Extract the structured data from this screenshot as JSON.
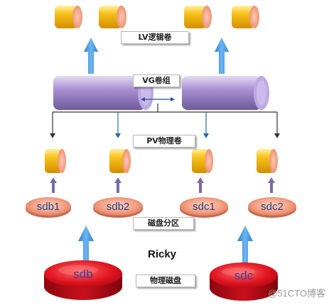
{
  "labels": {
    "lv": "LV逻辑卷",
    "vg": "VG卷组",
    "pv": "PV物理卷",
    "partition": "磁盘分区",
    "physical_disk": "物理磁盘"
  },
  "partitions": [
    "sdb1",
    "sdb2",
    "sdc1",
    "sdc2"
  ],
  "disks": [
    "sdb",
    "sdc"
  ],
  "author": "Ricky",
  "watermark": "@51CTO博客",
  "colors": {
    "lv_cylinder": "#f5b400",
    "pv_cylinder": "#f5b400",
    "vg_cylinder": "#9e86c8",
    "partition_disc": "#f29a7c",
    "disk": "#d0101e",
    "arrow_blue": "#3a8fd8",
    "arrow_purple": "#7a6aa8"
  }
}
